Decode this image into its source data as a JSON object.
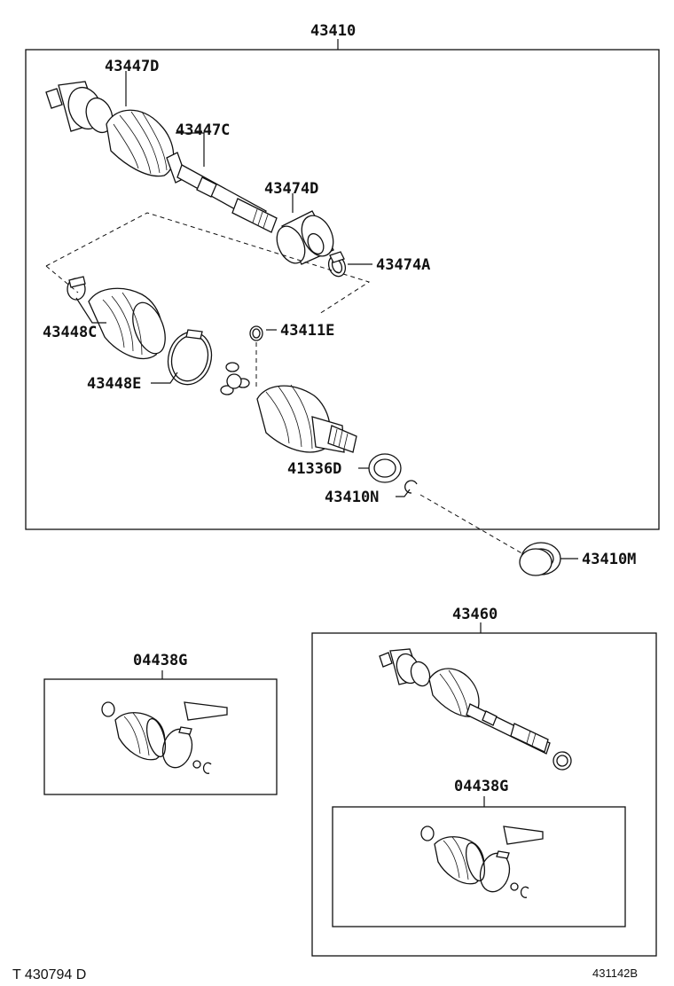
{
  "labels": {
    "p43410": "43410",
    "p43447D": "43447D",
    "p43447C": "43447C",
    "p43474D": "43474D",
    "p43474A": "43474A",
    "p43448C": "43448C",
    "p43411E": "43411E",
    "p43448E": "43448E",
    "p41336D": "41336D",
    "p43410N": "43410N",
    "p43410M": "43410M",
    "p43460": "43460",
    "p04438G_left": "04438G",
    "p04438G_right": "04438G",
    "footer_left": "T  430794  D",
    "footer_right": "431142B"
  }
}
